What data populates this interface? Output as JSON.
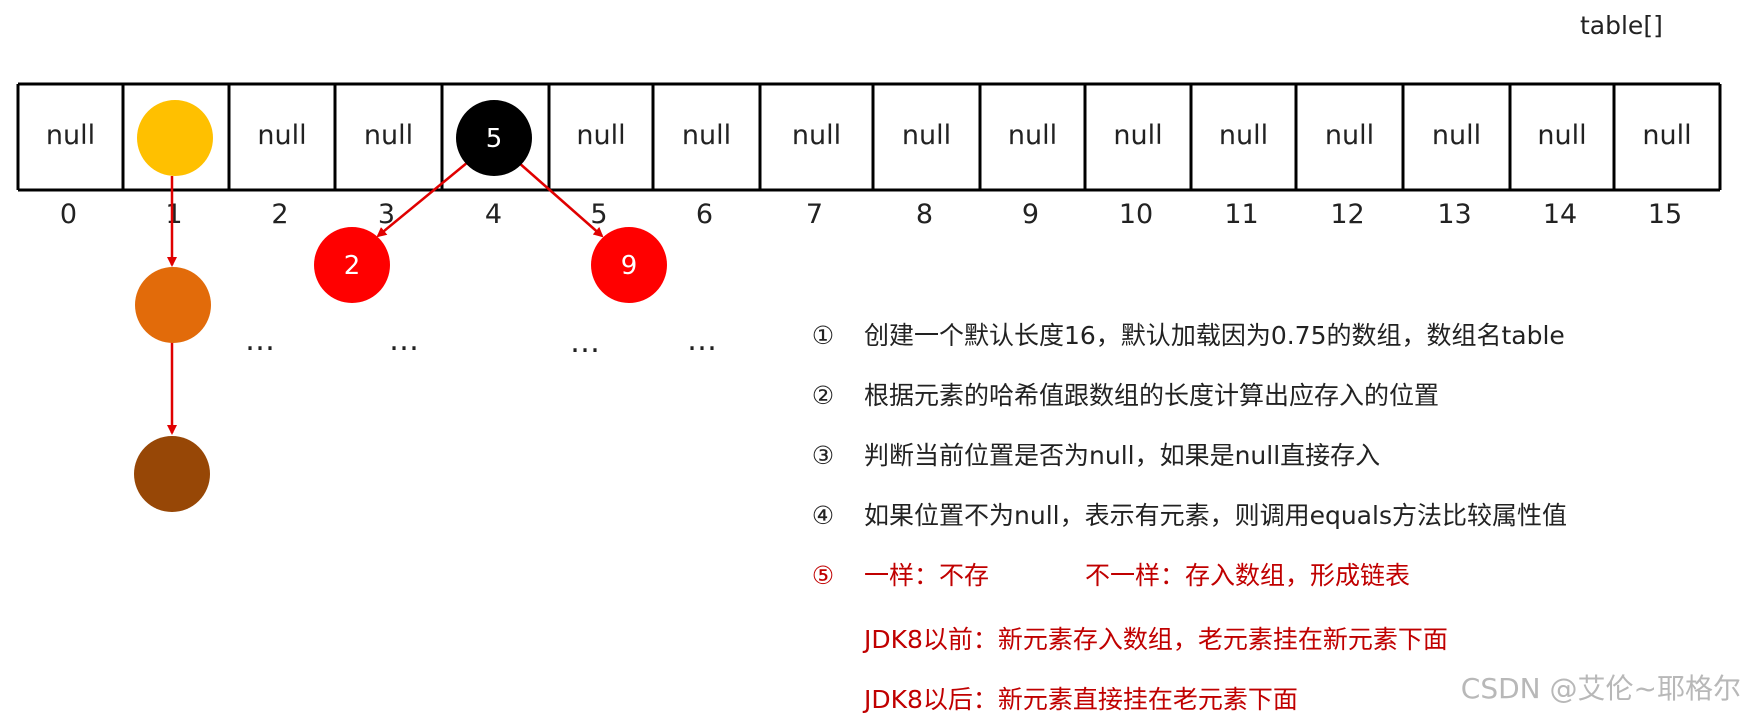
{
  "array_label": "table[]",
  "cells": [
    {
      "index": "0",
      "value": "null"
    },
    {
      "index": "1",
      "value": ""
    },
    {
      "index": "2",
      "value": "null"
    },
    {
      "index": "3",
      "value": "null"
    },
    {
      "index": "4",
      "value": "5"
    },
    {
      "index": "5",
      "value": "null"
    },
    {
      "index": "6",
      "value": "null"
    },
    {
      "index": "7",
      "value": "null"
    },
    {
      "index": "8",
      "value": "null"
    },
    {
      "index": "9",
      "value": "null"
    },
    {
      "index": "10",
      "value": "null"
    },
    {
      "index": "11",
      "value": "null"
    },
    {
      "index": "12",
      "value": "null"
    },
    {
      "index": "13",
      "value": "null"
    },
    {
      "index": "14",
      "value": "null"
    },
    {
      "index": "15",
      "value": "null"
    }
  ],
  "colors": {
    "node_gold": "#ffc000",
    "node_orange": "#e26b0a",
    "node_brown": "#974706",
    "node_black": "#000000",
    "node_red": "#ff0000",
    "arrow": "#e00000",
    "emphasis_text": "#c00000"
  },
  "nodes": {
    "slot4_head": "5",
    "child_left": "2",
    "child_right": "9"
  },
  "ellipsis": "…",
  "steps": [
    {
      "num": "①",
      "text": "创建一个默认长度16，默认加载因为0.75的数组，数组名table"
    },
    {
      "num": "②",
      "text": "根据元素的哈希值跟数组的长度计算出应存入的位置"
    },
    {
      "num": "③",
      "text": "判断当前位置是否为null，如果是null直接存入"
    },
    {
      "num": "④",
      "text": "如果位置不为null，表示有元素，则调用equals方法比较属性值"
    }
  ],
  "step5": {
    "num": "⑤",
    "same": "一样：不存",
    "different": "不一样：存入数组，形成链表",
    "before_jdk8": "JDK8以前：新元素存入数组，老元素挂在新元素下面",
    "after_jdk8": "JDK8以后：新元素直接挂在老元素下面"
  },
  "watermark": "CSDN @艾伦~耶格尔"
}
